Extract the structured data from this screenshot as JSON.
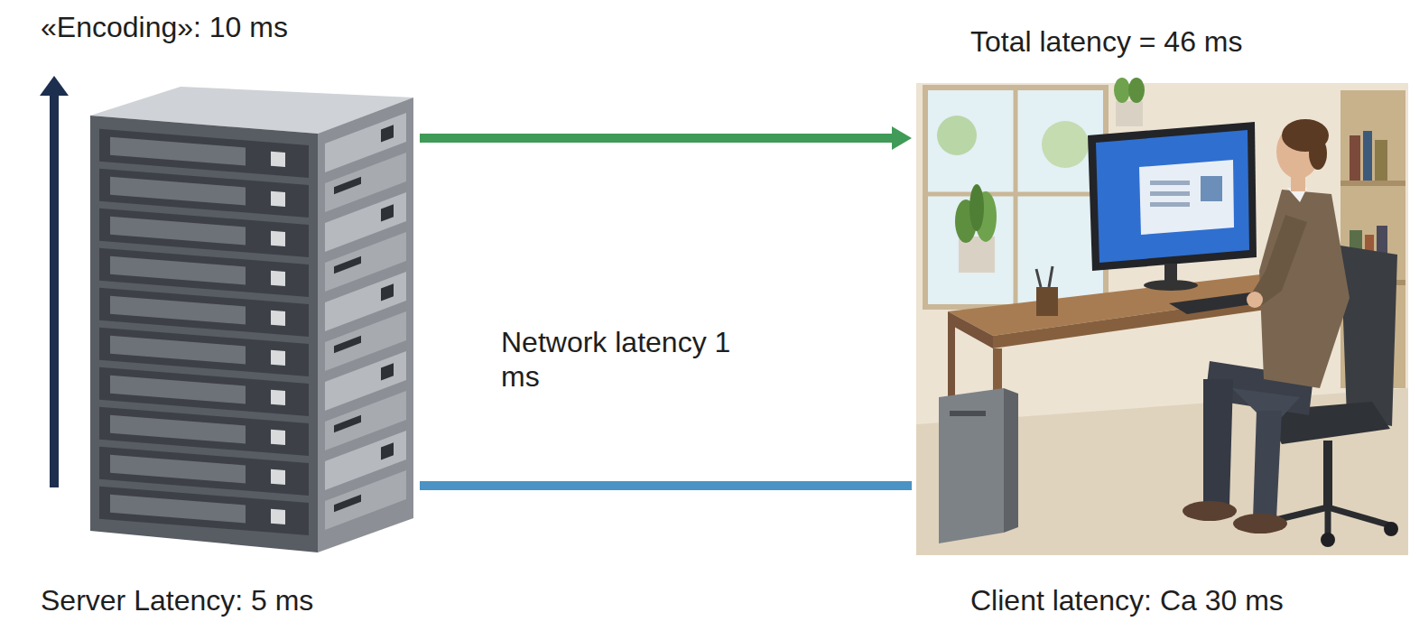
{
  "diagram": {
    "nodes": [
      {
        "text": [
          "«Encoding»: 10 ms",
          "Server Latency: 5 ms"
        ]
      },
      {
        "text": [
          "Total latency = 46 ms",
          "Client latency: Ca 30 ms"
        ]
      }
    ],
    "edges": [
      {
        "from": 0,
        "to": 1,
        "arrow": "to"
      },
      {
        "from": 1,
        "to": 0,
        "arrow": "none"
      }
    ],
    "labels": [
      "Network latency 1 ms"
    ]
  }
}
